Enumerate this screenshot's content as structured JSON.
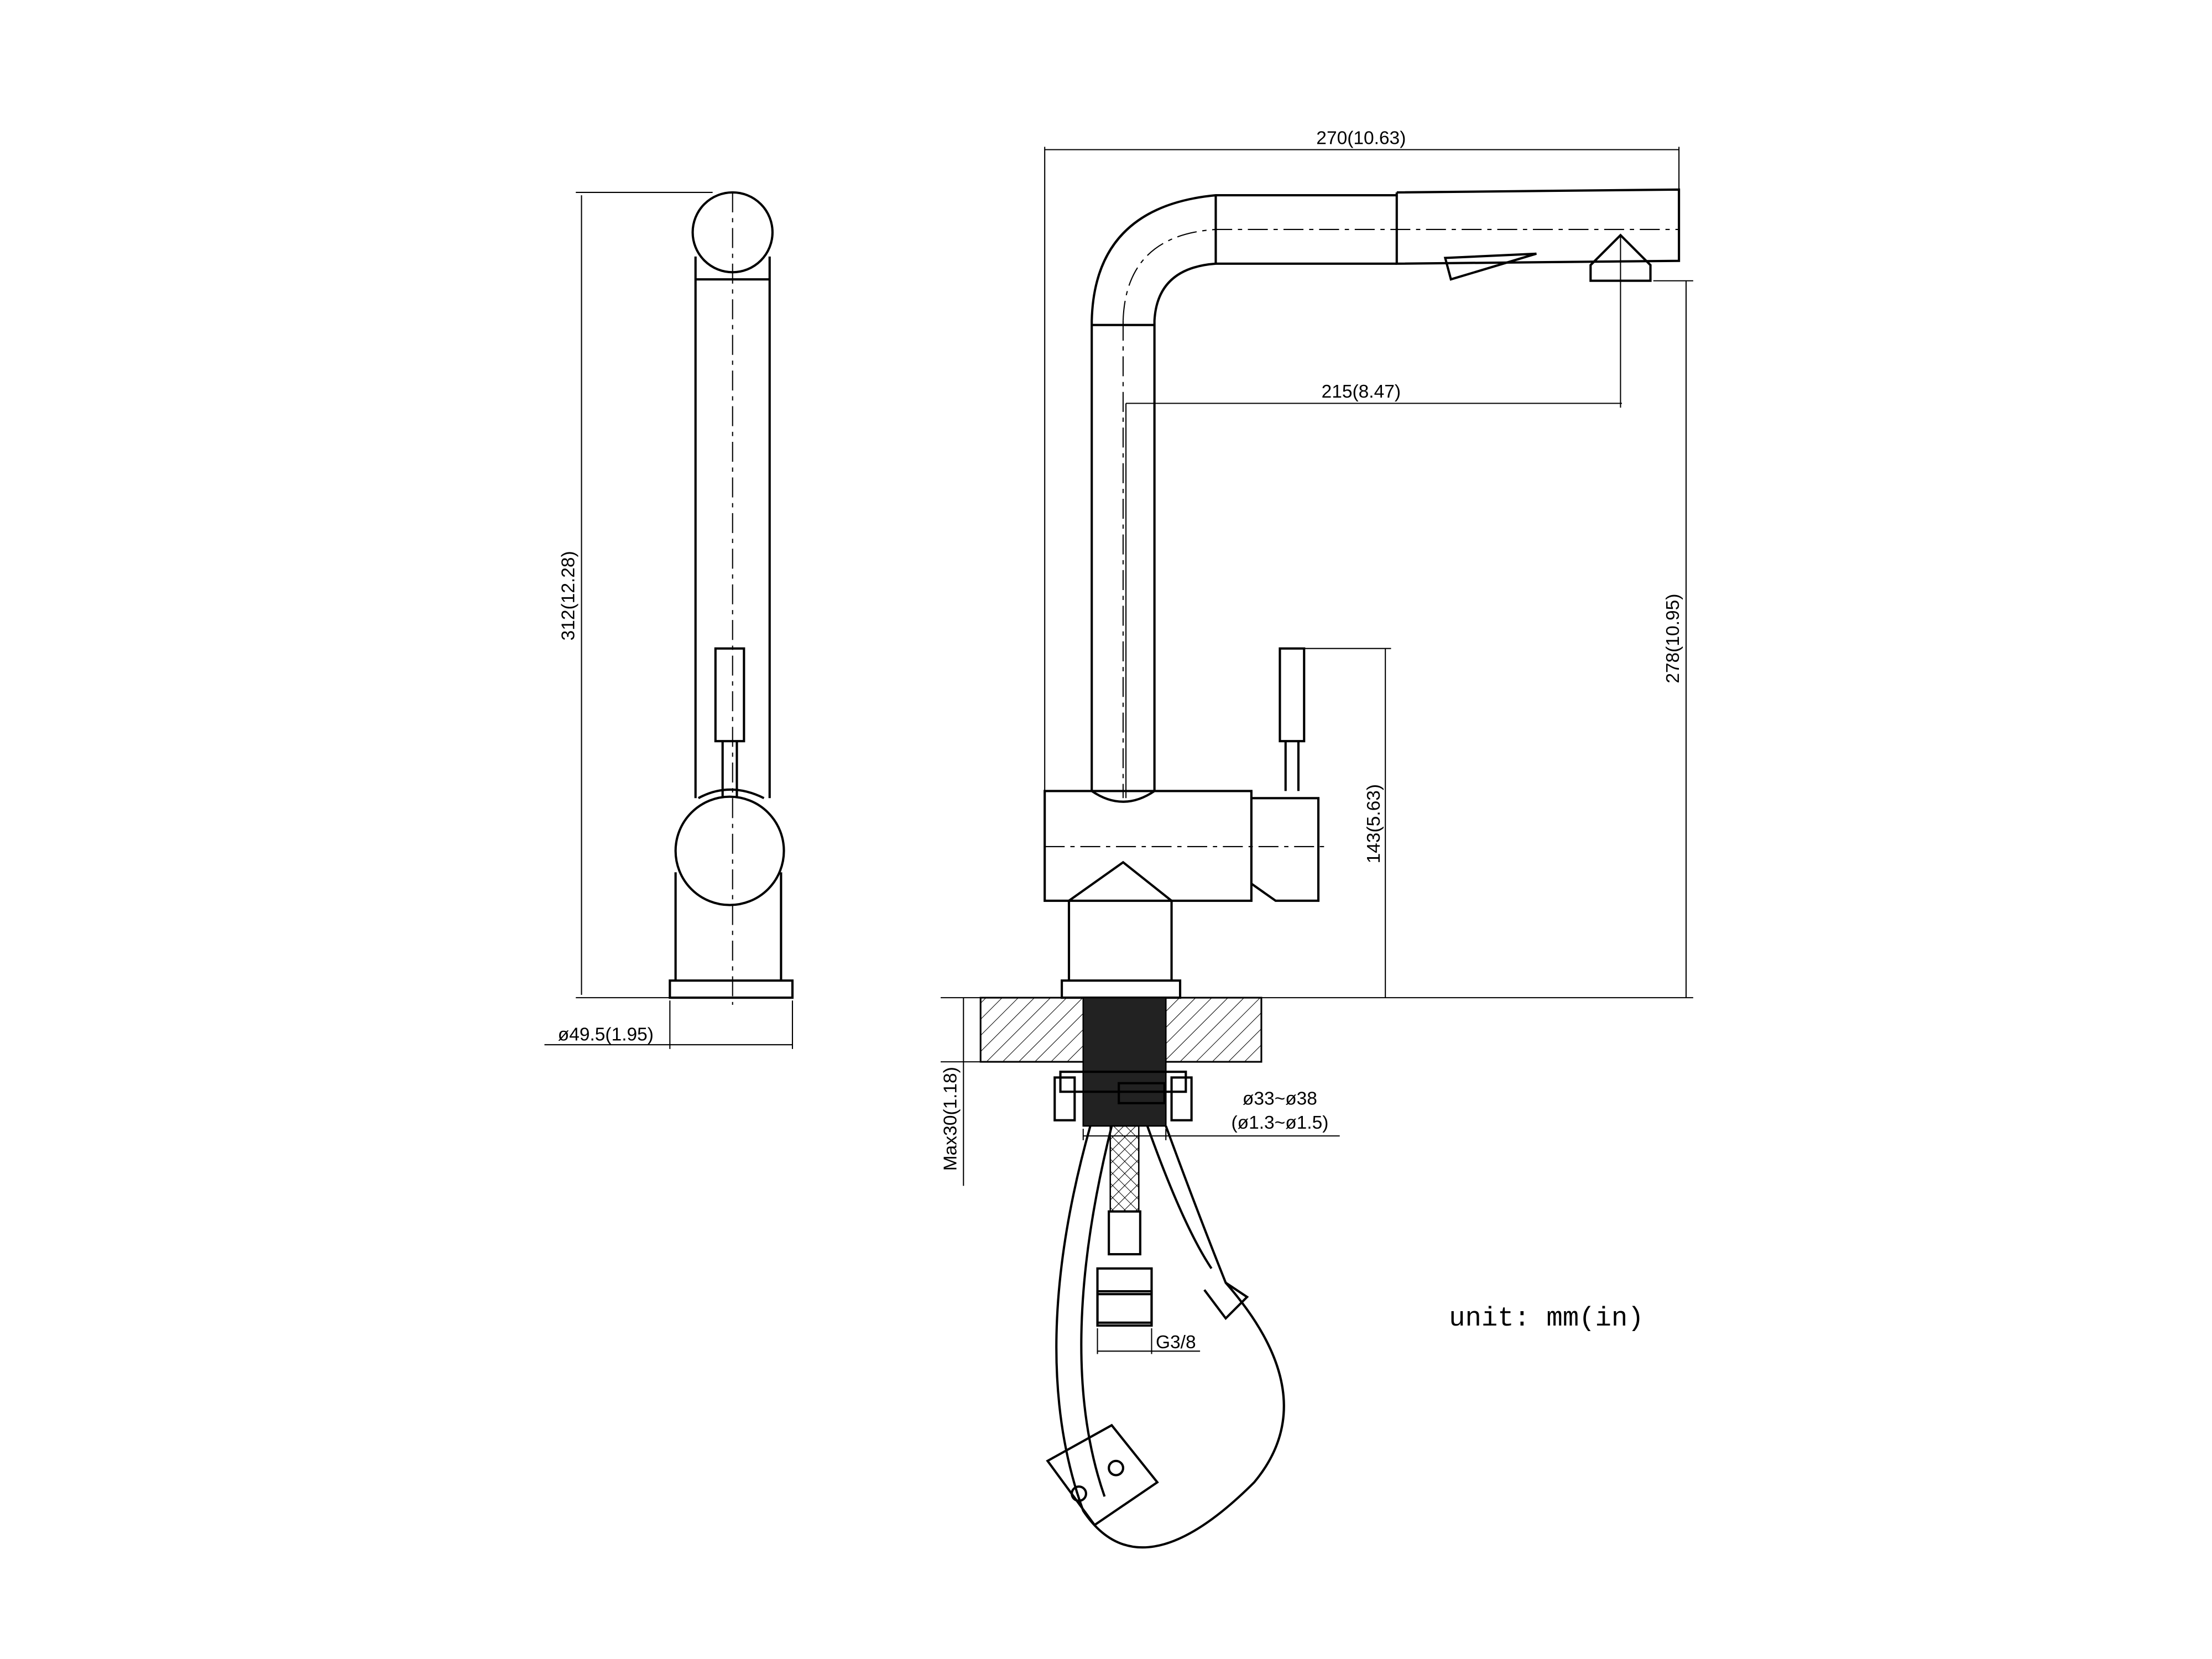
{
  "drawing": {
    "dimensions": {
      "total_height": "312(12.28)",
      "base_diameter": "ø49.5(1.95)",
      "spout_length": "270(10.63)",
      "reach": "215(8.47)",
      "spout_height": "278(10.95)",
      "handle_height": "143(5.63)",
      "max_counter_thickness": "Max30(1.18)",
      "hole_diameter_mm": "ø33~ø38",
      "hole_diameter_in": "(ø1.3~ø1.5)",
      "connection": "G3/8"
    },
    "unit_note": "unit: mm(in)",
    "colors": {
      "line": "#000000",
      "background": "#ffffff"
    }
  }
}
